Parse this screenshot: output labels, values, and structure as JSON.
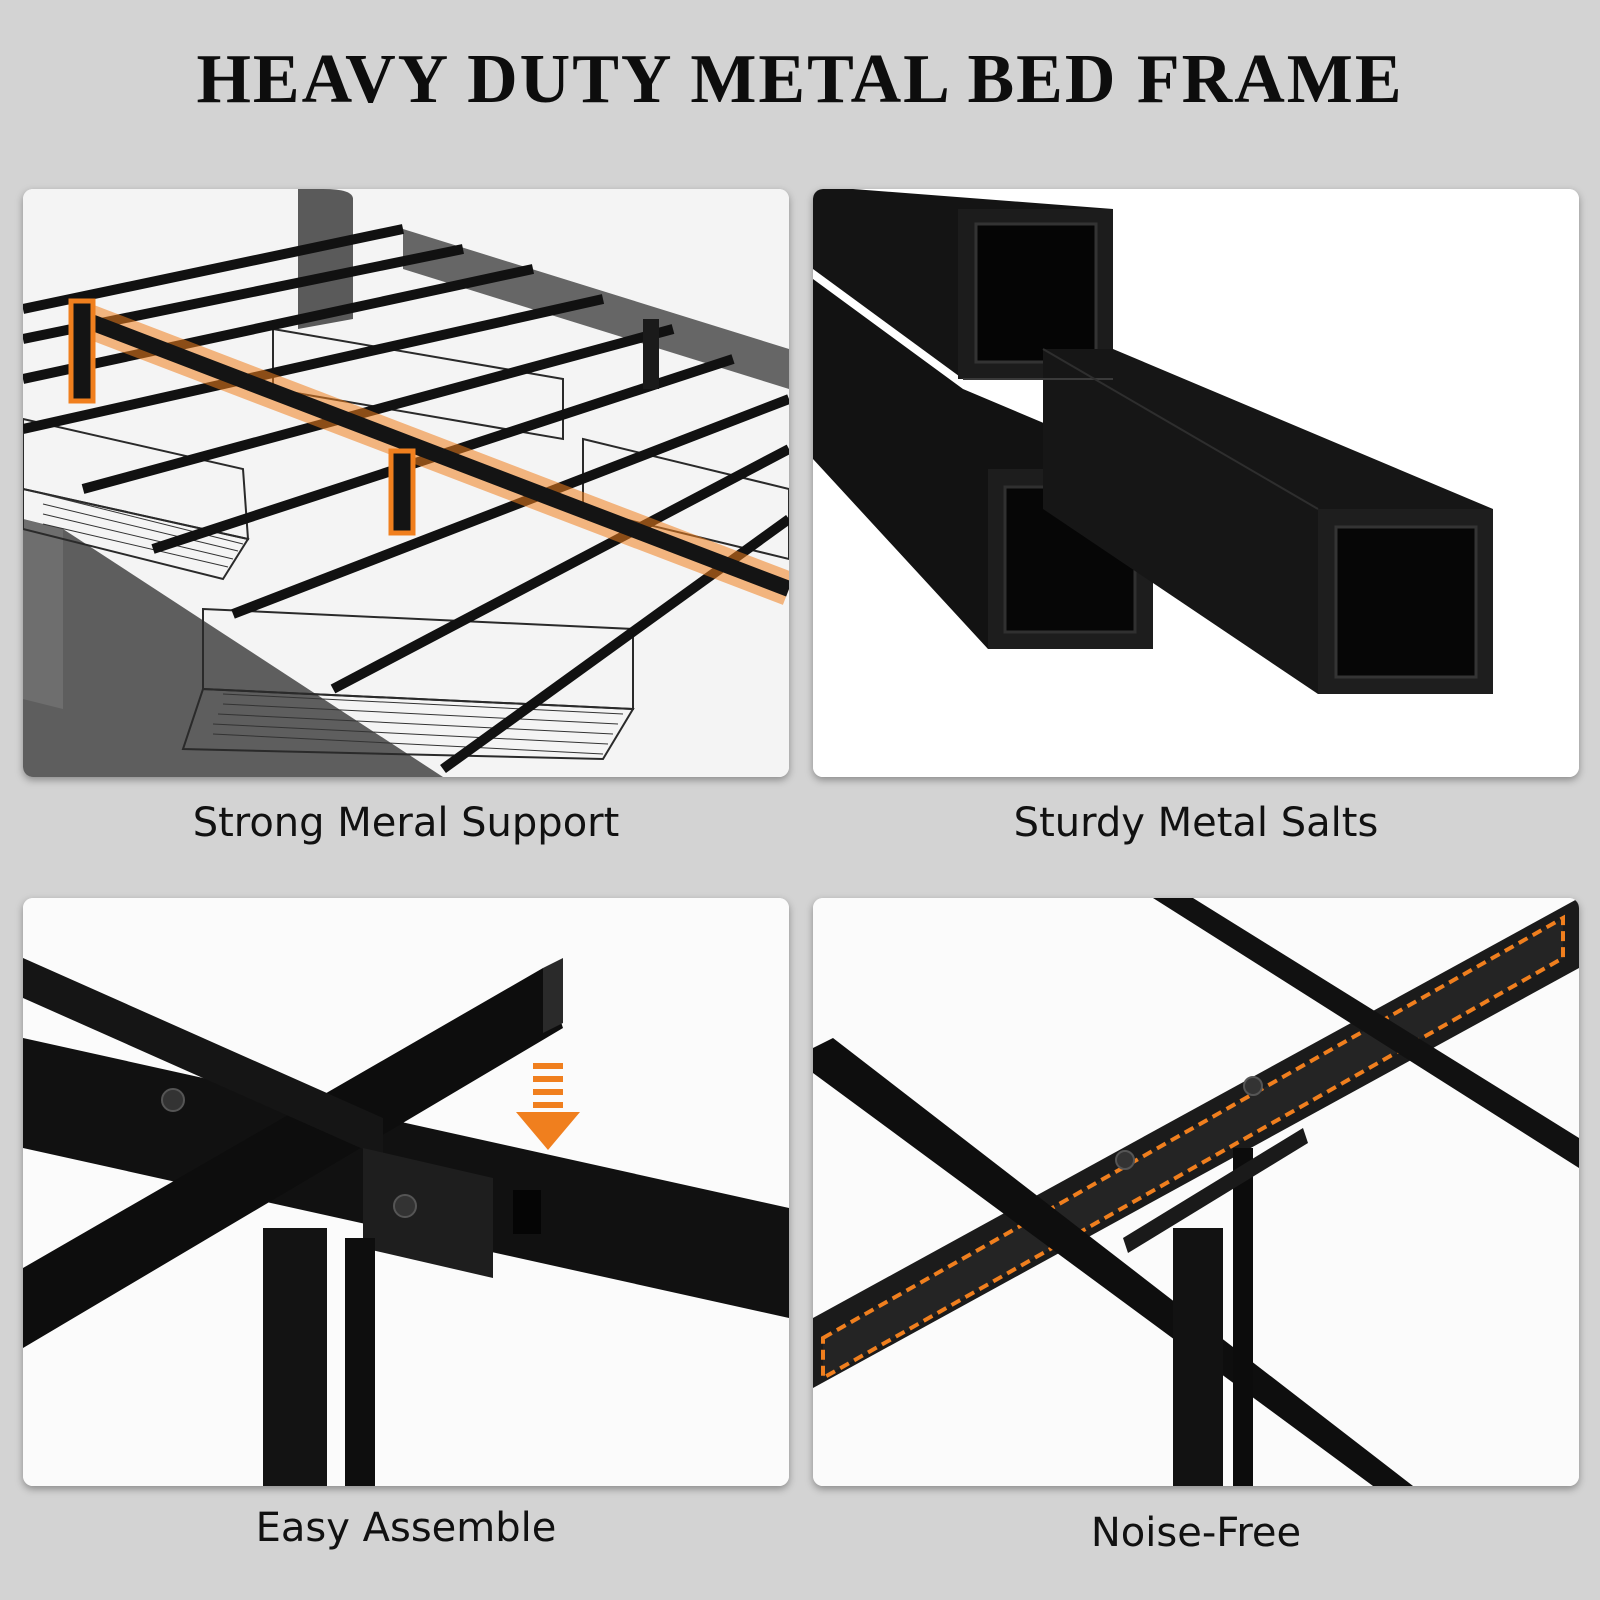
{
  "title": "HEAVY DUTY METAL BED FRAME",
  "panels": [
    {
      "caption": "Strong Meral Support",
      "image": "bed-frame-with-storage-drawers"
    },
    {
      "caption": "Sturdy Metal Salts",
      "image": "square-steel-tubes"
    },
    {
      "caption": "Easy Assemble",
      "image": "frame-joint-with-down-arrow"
    },
    {
      "caption": "Noise-Free",
      "image": "frame-with-felt-strips"
    }
  ],
  "colors": {
    "background": "#d3d3d3",
    "accent": "#f07f1e",
    "metal": "#111111",
    "upholstery": "#5e5e5e"
  }
}
